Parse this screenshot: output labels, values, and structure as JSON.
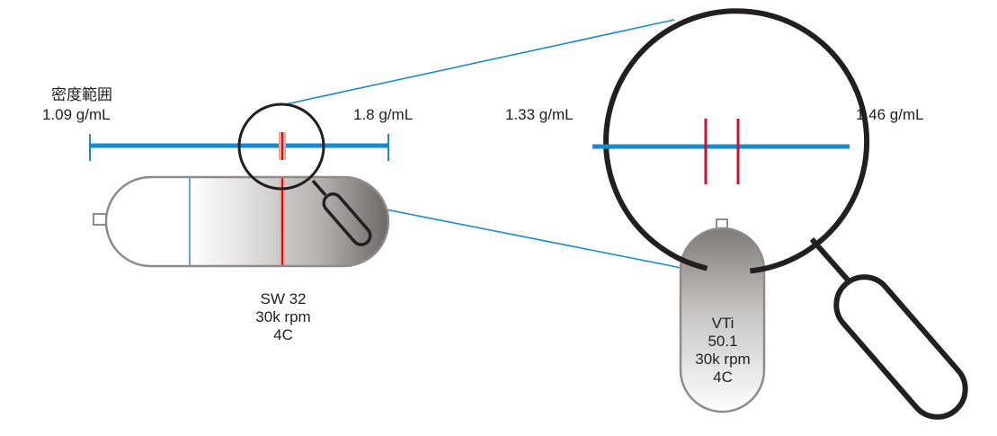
{
  "overview": {
    "range_title": "密度範囲",
    "min_density": "1.09 g/mL",
    "max_density": "1.8 g/mL",
    "rotor_name": "SW 32",
    "rotor_speed": "30k rpm",
    "rotor_temp": "4C"
  },
  "zoom": {
    "min_density": "1.33 g/mL",
    "max_density": "1.46 g/mL",
    "rotor_name": "VTi",
    "rotor_model": "50.1",
    "rotor_speed": "30k rpm",
    "rotor_temp": "4C"
  },
  "colors": {
    "scale_line": "#1a8bc9",
    "band": "#c8102e",
    "outline": "#231f20",
    "tube_outline": "#8c8c8c"
  }
}
